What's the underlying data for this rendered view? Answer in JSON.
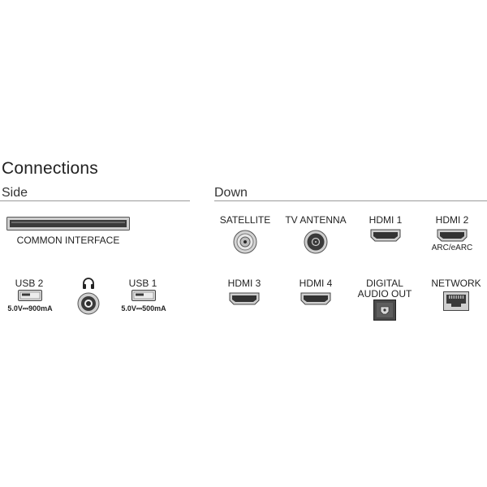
{
  "title": "Connections",
  "sections": {
    "side": "Side",
    "down": "Down"
  },
  "side": {
    "common_interface": "COMMON INTERFACE",
    "usb2": {
      "label": "USB 2",
      "spec": "5.0V⎓900mA"
    },
    "usb1": {
      "label": "USB 1",
      "spec": "5.0V⎓500mA"
    },
    "headphone_icon": "headphones-icon"
  },
  "down": {
    "satellite": "SATELLITE",
    "tv_antenna": "TV ANTENNA",
    "hdmi1": "HDMI 1",
    "hdmi2": {
      "label": "HDMI 2",
      "sub": "ARC/eARC"
    },
    "hdmi3": "HDMI 3",
    "hdmi4": "HDMI 4",
    "digital_audio_out": {
      "line1": "DIGITAL",
      "line2": "AUDIO OUT"
    },
    "network": "NETWORK"
  },
  "colors": {
    "port_dark": "#3a3a3a",
    "port_light": "#d8d8d8",
    "rule": "#9a9a9a"
  }
}
